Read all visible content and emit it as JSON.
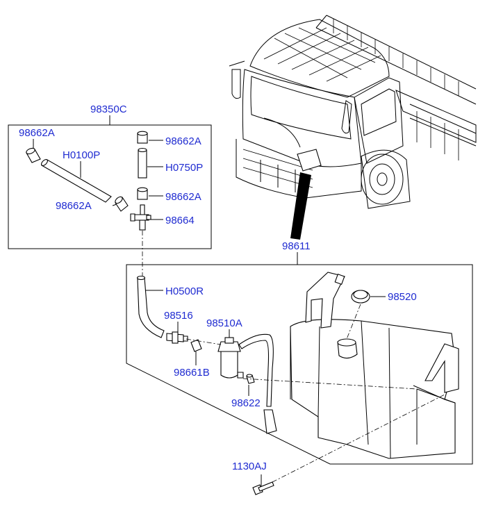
{
  "labels": {
    "kit": "98350C",
    "cap_top_left": "98662A",
    "hose_long": "H0100P",
    "cap_bottom_left": "98662A",
    "cap_top_right": "98662A",
    "hose_short": "H0750P",
    "cap_mid_right": "98662A",
    "tee_joint": "98664",
    "assembly": "98611",
    "hose_bent": "H0500R",
    "connector": "98516",
    "pump": "98510A",
    "filler_cap": "98520",
    "grommet": "98661B",
    "pump_seal": "98622",
    "bolt": "1130AJ"
  },
  "colors": {
    "label": "#1f2bd1",
    "line": "#000000"
  }
}
